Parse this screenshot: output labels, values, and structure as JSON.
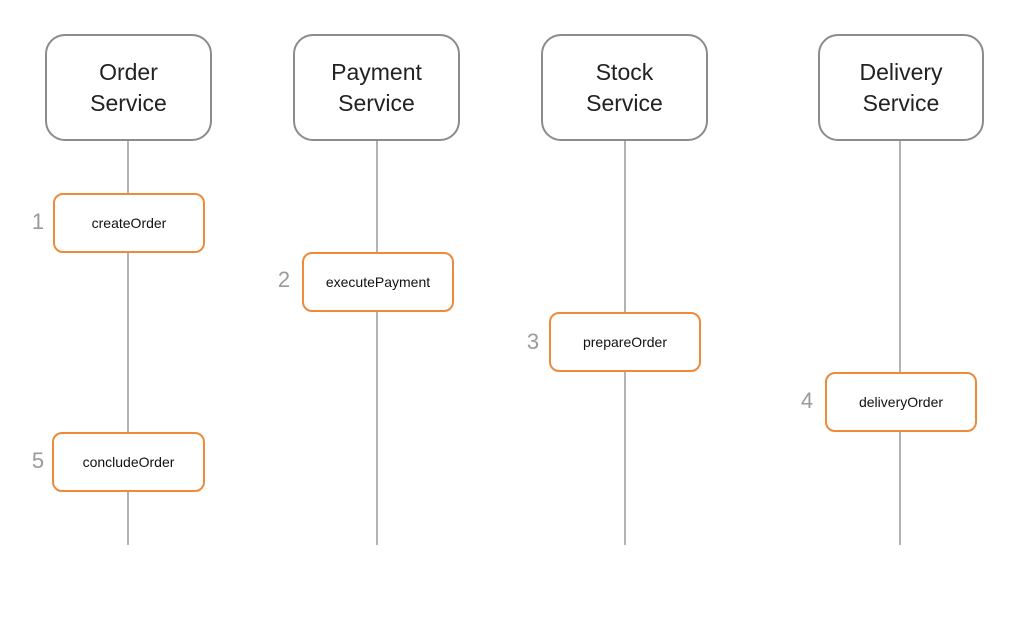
{
  "colors": {
    "service_border": "#8c8c8c",
    "step_border": "#ee8b3a",
    "lifeline": "#b3b3b3",
    "step_number": "#9a9a9a"
  },
  "services": [
    {
      "name": "Order\nService"
    },
    {
      "name": "Payment\nService"
    },
    {
      "name": "Stock\nService"
    },
    {
      "name": "Delivery\nService"
    }
  ],
  "steps": [
    {
      "number": "1",
      "label": "createOrder"
    },
    {
      "number": "2",
      "label": "executePayment"
    },
    {
      "number": "3",
      "label": "prepareOrder"
    },
    {
      "number": "4",
      "label": "deliveryOrder"
    },
    {
      "number": "5",
      "label": "concludeOrder"
    }
  ]
}
